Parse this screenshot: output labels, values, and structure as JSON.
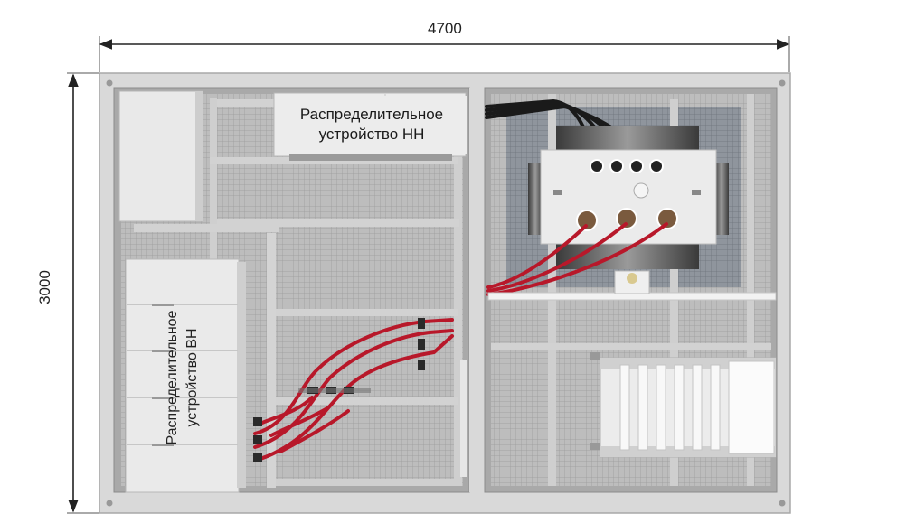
{
  "dimensions": {
    "width_label": "4700",
    "height_label": "3000"
  },
  "labels": {
    "lv_switchgear_line1": "Распределительное",
    "lv_switchgear_line2": "устройство НН",
    "hv_switchgear_line1": "Распределительное",
    "hv_switchgear_line2": "устройство ВН"
  },
  "colors": {
    "wall": "#d8d8d8",
    "floor": "#c4c4c4",
    "cable_red": "#b8182a",
    "cable_black": "#1a1a1a",
    "transformer_body": "#ebebeb"
  }
}
